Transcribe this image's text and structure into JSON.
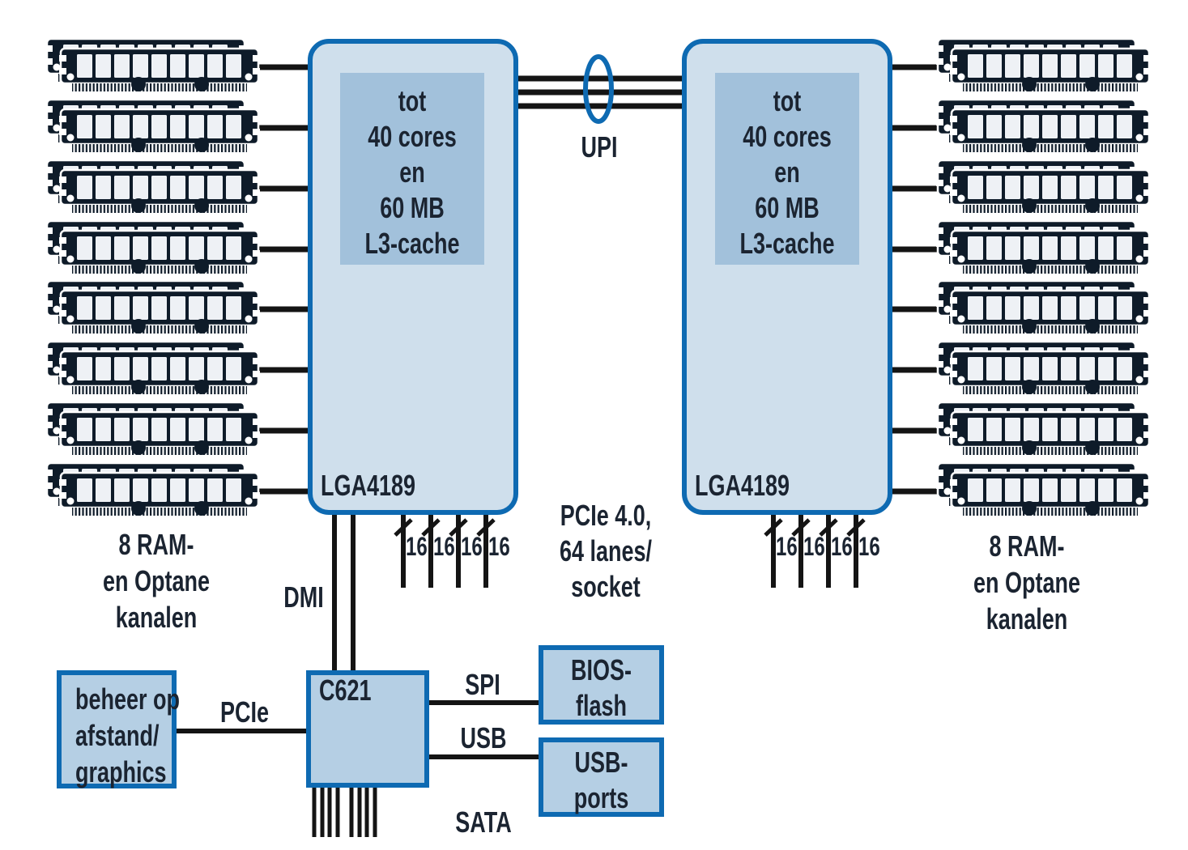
{
  "cpus": {
    "left": {
      "socket_label": "LGA4189",
      "cache_lines": [
        "tot",
        "40 cores",
        "en",
        "60 MB",
        "L3-cache"
      ]
    },
    "right": {
      "socket_label": "LGA4189",
      "cache_lines": [
        "tot",
        "40 cores",
        "en",
        "60 MB",
        "L3-cache"
      ]
    }
  },
  "interconnect": {
    "upi_label": "UPI"
  },
  "pcie": {
    "info_lines": [
      "PCIe 4.0,",
      "64 lanes/",
      "socket"
    ],
    "lane_width_label": "16",
    "lanes_per_socket": 4
  },
  "dmi_label": "DMI",
  "chipset_label": "C621",
  "remote_box_lines": [
    "beheer op",
    "afstand/",
    "graphics"
  ],
  "bios_box_lines": [
    "BIOS-",
    "flash"
  ],
  "usb_box_lines": [
    "USB-",
    "ports"
  ],
  "bus_labels": {
    "pcie": "PCIe",
    "spi": "SPI",
    "usb": "USB",
    "sata": "SATA"
  },
  "ram": {
    "modules_per_side": 8,
    "left_caption_lines": [
      "8 RAM-",
      "en Optane",
      "kanalen"
    ],
    "right_caption_lines": [
      "8 RAM-",
      "en Optane",
      "kanalen"
    ]
  },
  "colors": {
    "cpu_fill": "#cfdfec",
    "cache_fill": "#a2c1db",
    "small_box_fill": "#b5cfe4",
    "box_border": "#0e6ab2",
    "wire": "#141414",
    "dimm_body": "#0e1b29",
    "dimm_chip": "#eef1f5",
    "text": "#1b2431"
  }
}
